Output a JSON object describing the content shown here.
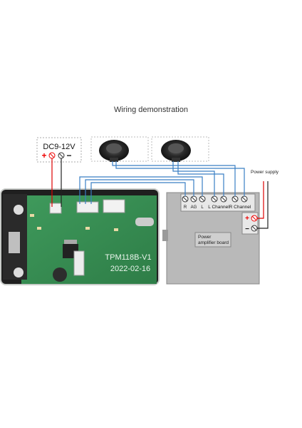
{
  "diagram": {
    "title": "Wiring demonstration",
    "power_input": {
      "label": "DC9-12V",
      "plus": "+",
      "minus": "−"
    },
    "module_board": {
      "model": "TPM118B-V1",
      "date": "2022-02-16"
    },
    "amplifier_board": {
      "label_line1": "Power",
      "label_line2": "amplifier board",
      "terminals": [
        "R",
        "AG",
        "L",
        "L Channel",
        "R Channel"
      ]
    },
    "power_supply": {
      "label": "Power supply",
      "plus": "+",
      "minus": "−"
    }
  }
}
